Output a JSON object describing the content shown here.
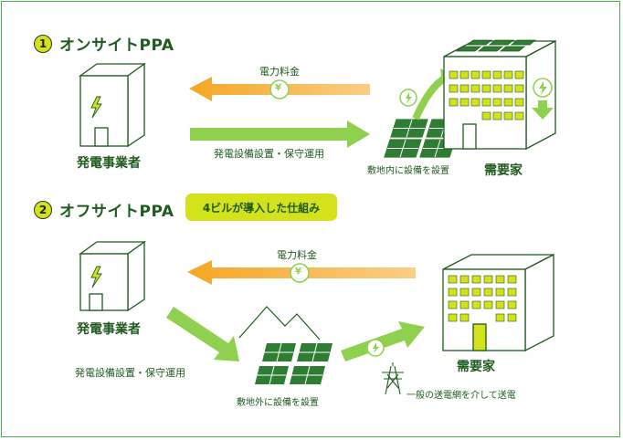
{
  "section1": {
    "number": "1",
    "title": "オンサイトPPA",
    "provider_label": "発電事業者",
    "consumer_label": "需要家",
    "fee_label": "電力料金",
    "yen_symbol": "¥",
    "install_label": "発電設備設置・保守運用",
    "site_label": "敷地内に設備を設置"
  },
  "section2": {
    "number": "2",
    "title": "オフサイトPPA",
    "badge": "4ビルが導入した仕組み",
    "provider_label": "発電事業者",
    "consumer_label": "需要家",
    "fee_label": "電力料金",
    "yen_symbol": "¥",
    "install_label": "発電設備設置・保守運用",
    "site_label": "敷地外に設備を設置",
    "grid_label": "一般の送電網を介して送電"
  },
  "colors": {
    "border": "#4caf50",
    "dark_green": "#1f5a1f",
    "light_green": "#8fd14f",
    "orange": "#f5a623",
    "yellow": "#d4e21b",
    "panel_green": "#2e7d32"
  },
  "icons": [
    "lightning-icon",
    "yen-icon",
    "solar-panel-icon",
    "building-icon",
    "transmission-tower-icon",
    "mountain-icon",
    "down-arrow-icon"
  ]
}
